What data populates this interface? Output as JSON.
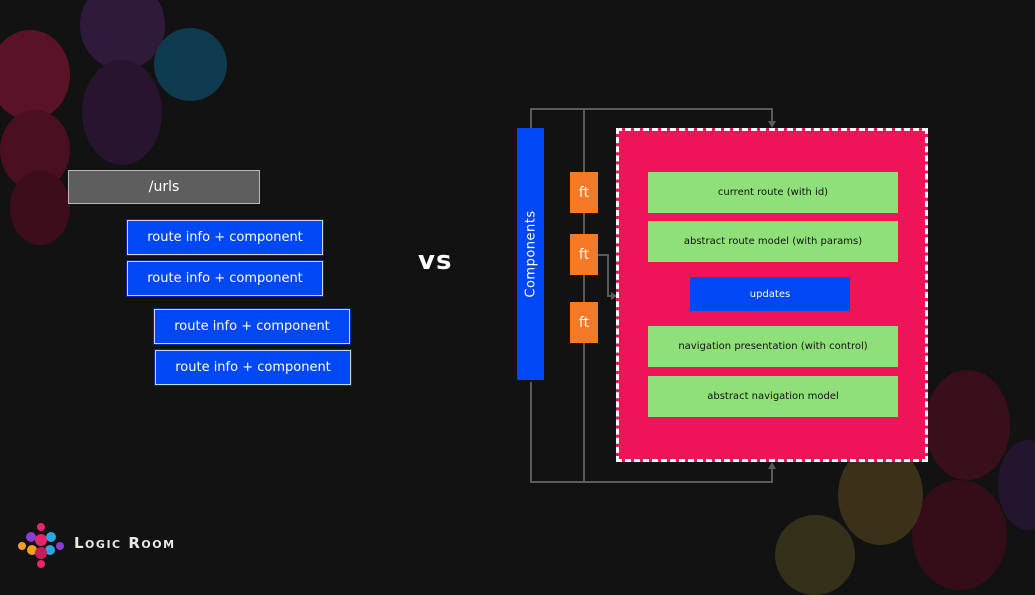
{
  "urls_label": "/urls",
  "route_items": [
    "route info + component",
    "route info + component",
    "route info + component",
    "route info + component"
  ],
  "vs_label": "vs",
  "components_label": "Components",
  "ft_labels": [
    "ft",
    "ft",
    "ft"
  ],
  "panel": {
    "boxes": {
      "current_route": "current route (with id)",
      "abstract_route_model": "abstract route model (with params)",
      "updates": "updates",
      "navigation_presentation": "navigation presentation (with control)",
      "abstract_navigation_model": "abstract navigation model"
    }
  },
  "logo": {
    "text": "Logic Room"
  },
  "colors": {
    "background": "#121212",
    "blue": "#0047f5",
    "orange": "#f47a28",
    "red_panel": "#ef1358",
    "green": "#90e07a",
    "grey_box": "#5e5e5e"
  }
}
